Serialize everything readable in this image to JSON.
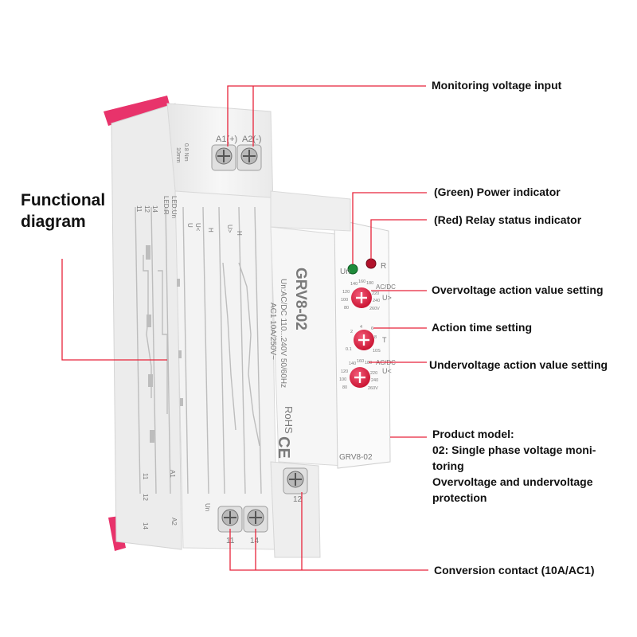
{
  "title": {
    "line1": "Functional",
    "line2": "diagram"
  },
  "callouts": {
    "monitoring_input": "Monitoring voltage input",
    "power_indicator": "(Green) Power indicator",
    "relay_indicator": "(Red) Relay status indicator",
    "overvoltage_setting": "Overvoltage action value setting",
    "action_time": "Action time setting",
    "undervoltage_setting": "Undervoltage action value setting",
    "conversion_contact": "Conversion contact (10A/AC1)"
  },
  "product": {
    "heading": "Product model:",
    "line1": "02: Single phase voltage moni-",
    "line2": "toring",
    "line3": "Overvoltage and undervoltage",
    "line4": "protection"
  },
  "device": {
    "model": "GRV8-02",
    "model_small": "GRV8-02",
    "rating1": "Un:AC/DC 110...240V 50/60Hz",
    "rating2": "AC1 10A/250V~",
    "rohs": "RoHS",
    "ce": "CE",
    "terminal_a1": "A1(+)",
    "terminal_a2": "A2(-)",
    "terminal_12": "12",
    "terminal_11": "11",
    "terminal_14": "14",
    "led_un": "Un",
    "led_r": "R",
    "torque": "0.8 Nm",
    "strip": "10mm",
    "acdc1": "AC/DC",
    "acdc2": "AC/DC",
    "u_over": "U>",
    "u_under": "U<",
    "t_label": "T",
    "dial1_ticks": [
      "140",
      "160",
      "180",
      "120",
      "220",
      "100",
      "240",
      "80",
      "260V"
    ],
    "dial2_ticks": [
      "4",
      "6",
      "2",
      "8",
      "0.1",
      "10S"
    ],
    "dial3_ticks": [
      "140",
      "160",
      "180",
      "120",
      "220",
      "100",
      "240",
      "80",
      "260V"
    ],
    "side_labels": [
      "11",
      "12",
      "14",
      "LED:R",
      "LED:Un",
      "U",
      "U<",
      "H",
      "U>",
      "H"
    ],
    "side_bottom": [
      "11",
      "12",
      "14",
      "A1",
      "A2",
      "Un"
    ]
  },
  "colors": {
    "accent_red": "#d8193a",
    "pink": "#e8336b",
    "green_led": "#1e8a3a",
    "line": "#e8233a",
    "body": "#f4f4f4",
    "shadow": "#d6d6d6"
  }
}
